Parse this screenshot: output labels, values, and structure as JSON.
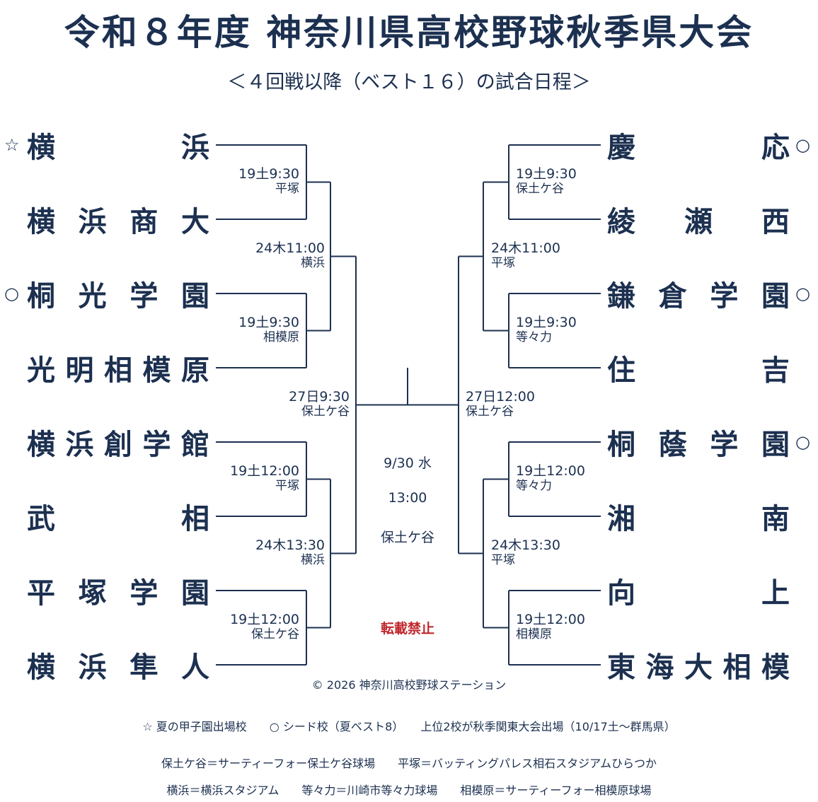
{
  "title": "令和８年度 神奈川県高校野球秋季県大会",
  "subtitle": "＜４回戦以降（ベスト１６）の試合日程＞",
  "left_teams": [
    {
      "name": "横浜",
      "mark": "☆"
    },
    {
      "name": "横浜商大",
      "mark": ""
    },
    {
      "name": "桐光学園",
      "mark": "○"
    },
    {
      "name": "光明相模原",
      "mark": ""
    },
    {
      "name": "横浜創学館",
      "mark": ""
    },
    {
      "name": "武相",
      "mark": ""
    },
    {
      "name": "平塚学園",
      "mark": ""
    },
    {
      "name": "横浜隼人",
      "mark": ""
    }
  ],
  "right_teams": [
    {
      "name": "慶応",
      "mark": "○"
    },
    {
      "name": "綾瀬西",
      "mark": ""
    },
    {
      "name": "鎌倉学園",
      "mark": "○"
    },
    {
      "name": "住吉",
      "mark": ""
    },
    {
      "name": "桐蔭学園",
      "mark": "○"
    },
    {
      "name": "湘南",
      "mark": ""
    },
    {
      "name": "向上",
      "mark": ""
    },
    {
      "name": "東海大相模",
      "mark": ""
    }
  ],
  "left_r1": [
    {
      "time": "19土9:30",
      "venue": "平塚"
    },
    {
      "time": "19土9:30",
      "venue": "相模原"
    },
    {
      "time": "19土12:00",
      "venue": "平塚"
    },
    {
      "time": "19土12:00",
      "venue": "保土ケ谷"
    }
  ],
  "left_qf": [
    {
      "time": "24木11:00",
      "venue": "横浜"
    },
    {
      "time": "24木13:30",
      "venue": "横浜"
    }
  ],
  "left_sf": {
    "time": "27日9:30",
    "venue": "保土ケ谷"
  },
  "right_r1": [
    {
      "time": "19土9:30",
      "venue": "保土ケ谷"
    },
    {
      "time": "19土9:30",
      "venue": "等々力"
    },
    {
      "time": "19土12:00",
      "venue": "等々力"
    },
    {
      "time": "19土12:00",
      "venue": "相模原"
    }
  ],
  "right_qf": [
    {
      "time": "24木11:00",
      "venue": "平塚"
    },
    {
      "time": "24木13:30",
      "venue": "平塚"
    }
  ],
  "right_sf": {
    "time": "27日12:00",
    "venue": "保土ケ谷"
  },
  "final": {
    "date": "9/30 水",
    "time": "13:00",
    "venue": "保土ケ谷"
  },
  "notice": "転載禁止",
  "copyright": "© 2026 神奈川高校野球ステーション",
  "legend": {
    "line1": "☆ 夏の甲子園出場校　　○ シード校（夏ベスト8）　　上位2校が秋季関東大会出場（10/17土～群馬県）",
    "line2": "保土ケ谷＝サーティーフォー保土ケ谷球場　　平塚＝バッティングパレス相石スタジアムひらつか",
    "line3": "横浜＝横浜スタジアム　　等々力＝川崎市等々力球場　　相模原＝サーティーフォー相模原球場"
  },
  "colors": {
    "text": "#1c3050",
    "line": "#1c3050",
    "notice": "#c0282d"
  }
}
